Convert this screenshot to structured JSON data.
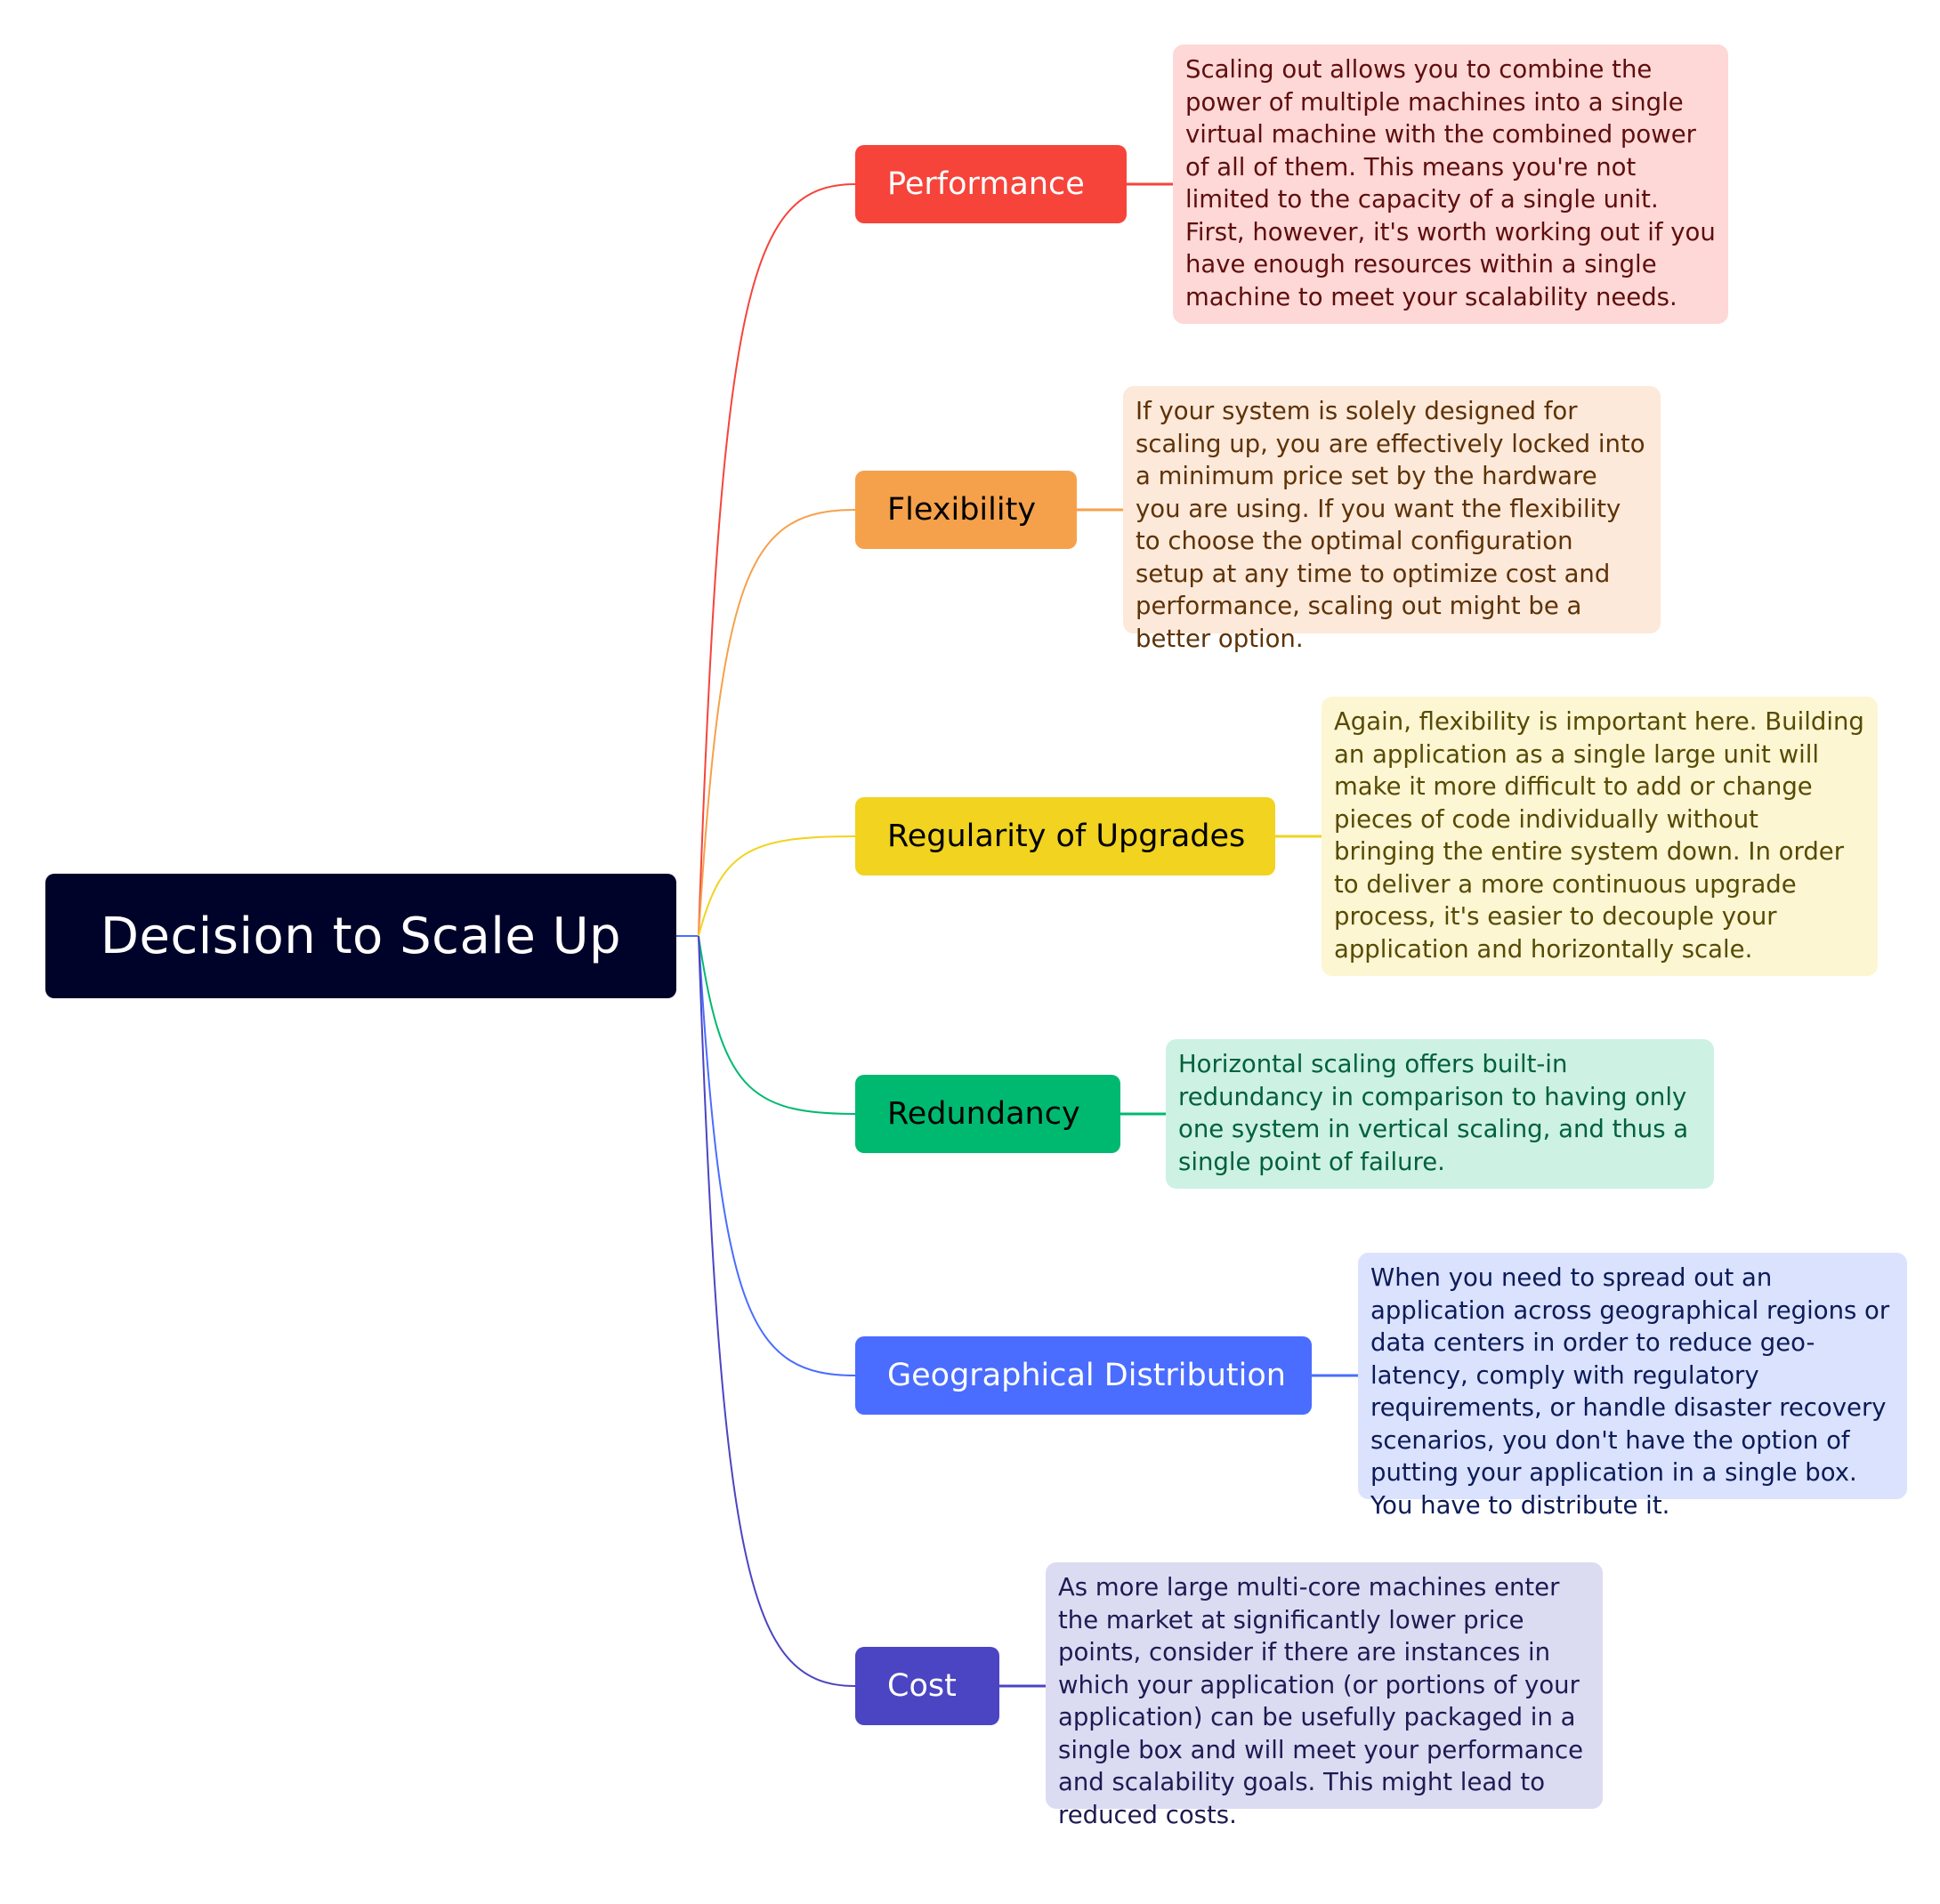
{
  "root": {
    "label": "Decision to Scale Up",
    "bg": "#000329",
    "fg": "#ffffff"
  },
  "branches": [
    {
      "label": "Performance",
      "color": "#F6443B",
      "label_color": "#ffffff",
      "note": "Scaling out allows you to combine the power of multiple machines into a single virtual machine with the combined power of all of them. This means you're not limited to the capacity of a single unit. First, however, it's worth working out if you have enough resources within a single machine to meet your scalability needs.",
      "note_bg": "#FDD8D6",
      "note_fg": "#5E0E0E"
    },
    {
      "label": "Flexibility",
      "color": "#F5A14B",
      "label_color": "#000000",
      "note": "If your system is solely designed for scaling up, you are effectively locked into a minimum price set by the hardware you are using. If you want the flexibility to choose the optimal configuration setup at any time to optimize cost and performance, scaling out might be a better option.",
      "note_bg": "#FCE9DA",
      "note_fg": "#5E3206"
    },
    {
      "label": "Regularity of Upgrades",
      "color": "#F1D320",
      "label_color": "#000000",
      "note": "Again, flexibility is important here. Building an application as a single large unit will make it more difficult to add or change pieces of code individually without bringing the entire system down. In order to deliver a more continuous upgrade process, it's easier to decouple your application and horizontally scale.",
      "note_bg": "#FCF6D2",
      "note_fg": "#574A05"
    },
    {
      "label": "Redundancy",
      "color": "#00B970",
      "label_color": "#000000",
      "note": "Horizontal scaling offers built-in redundancy in comparison to having only one system in vertical scaling, and thus a single point of failure.",
      "note_bg": "#CDF1E3",
      "note_fg": "#00613B"
    },
    {
      "label": "Geographical Distribution",
      "color": "#4A6DFF",
      "label_color": "#ffffff",
      "note": "When you need to spread out an application across geographical regions or data centers in order to reduce geo-latency, comply with regulatory requirements, or handle disaster recovery scenarios, you don't have the option of putting your application in a single box. You have to distribute it.",
      "note_bg": "#DAE2FE",
      "note_fg": "#0C1B58"
    },
    {
      "label": "Cost",
      "color": "#4B45C3",
      "label_color": "#ffffff",
      "note": "As more large multi-core machines enter the market at significantly lower price points, consider if there are instances in which your application (or portions of your application) can be usefully packaged in a single box and will meet your performance and scalability goals. This might lead to reduced costs.",
      "note_bg": "#DBDBF2",
      "note_fg": "#1E1B52"
    }
  ]
}
